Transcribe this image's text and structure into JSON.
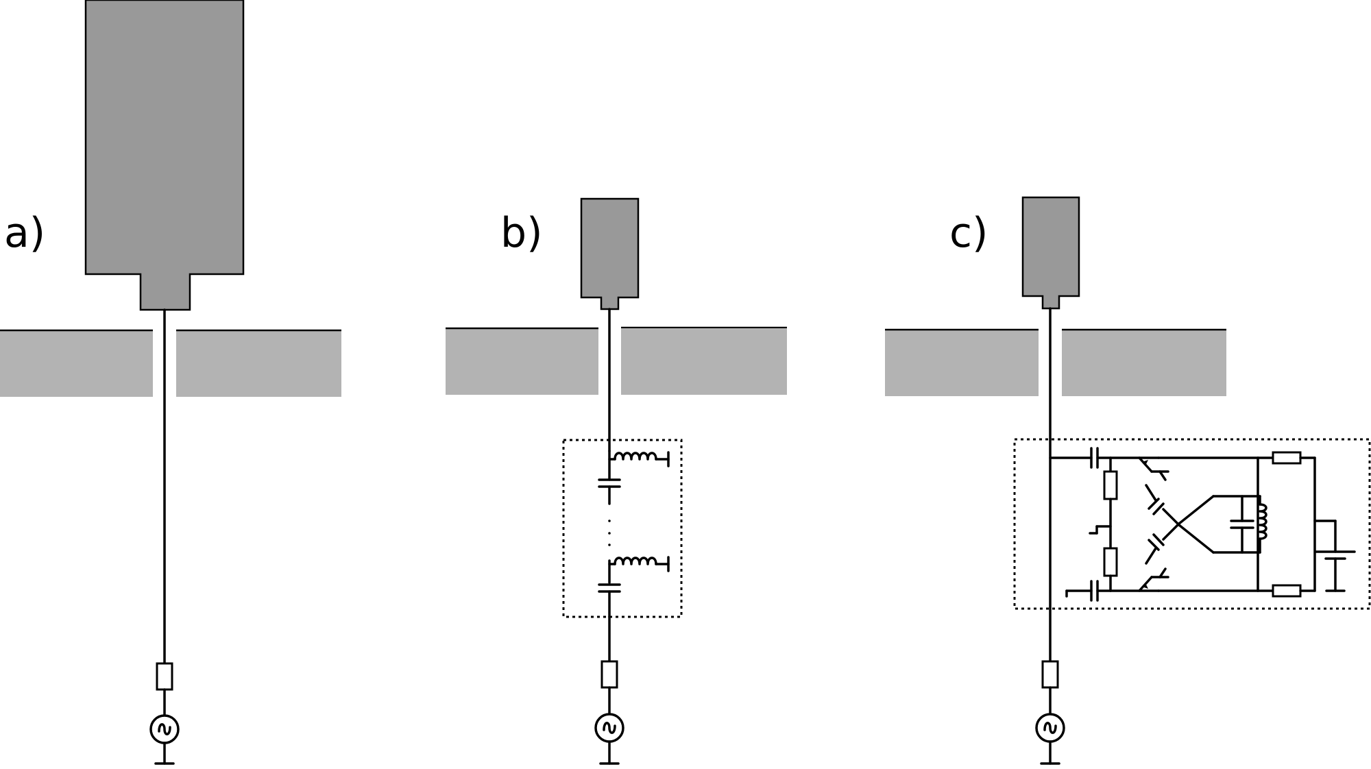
{
  "panels": [
    {
      "id": "a",
      "label": "a)"
    },
    {
      "id": "b",
      "label": "b)"
    },
    {
      "id": "c",
      "label": "c)"
    }
  ],
  "colors": {
    "patch_fill": "#999999",
    "ground_plane_fill": "#b3b3b3",
    "stroke": "#000000",
    "background": "#ffffff"
  },
  "components": {
    "a": [
      "patch-antenna",
      "ground-plane",
      "feed-line",
      "series-resistor",
      "ac-source"
    ],
    "b": [
      "patch-antenna",
      "ground-plane",
      "feed-line",
      "passive-matching-network",
      "series-resistor",
      "ac-source"
    ],
    "c": [
      "patch-antenna",
      "ground-plane",
      "feed-line",
      "active-non-foster-circuit",
      "series-resistor",
      "ac-source"
    ]
  },
  "icons": {
    "source": "ac-source-icon",
    "resistor": "resistor-icon",
    "inductor": "inductor-icon",
    "capacitor": "capacitor-icon",
    "transistor": "transistor-icon",
    "battery": "battery-icon"
  }
}
